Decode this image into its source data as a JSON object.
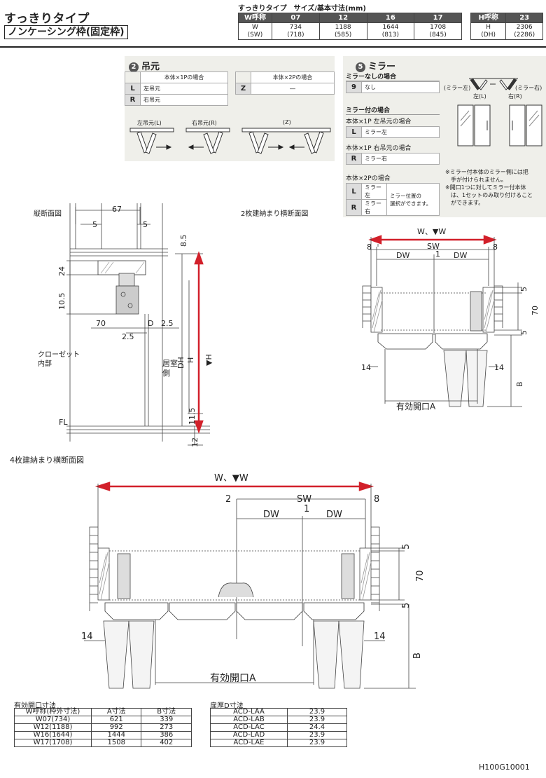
{
  "header": {
    "title": "すっきりタイプ",
    "subtitle": "ノンケーシング枠(固定枠)",
    "spec_caption": "すっきりタイプ　サイズ/基本寸法(mm)",
    "w_table": {
      "head": [
        "W呼称",
        "07",
        "12",
        "16",
        "17"
      ],
      "row_label_1": "W",
      "row_label_2": "(SW)",
      "values": [
        [
          "734",
          "(718)"
        ],
        [
          "1188",
          "(585)"
        ],
        [
          "1644",
          "(813)"
        ],
        [
          "1708",
          "(845)"
        ]
      ]
    },
    "h_table": {
      "head": [
        "H呼称",
        "23"
      ],
      "row_label_1": "H",
      "row_label_2": "(DH)",
      "value_1": "2306",
      "value_2": "(2286)"
    }
  },
  "hanging": {
    "number": "2",
    "title": "吊元",
    "col1_head": "本体×1Pの場合",
    "col2_head": "本体×2Pの場合",
    "opt_L_code": "L",
    "opt_L_label": "左吊元",
    "opt_R_code": "R",
    "opt_R_label": "右吊元",
    "opt_Z_code": "Z",
    "opt_Z_label": "―",
    "diag_left": "左吊元(L)",
    "diag_right": "右吊元(R)",
    "diag_z": "(Z)"
  },
  "mirror": {
    "number": "5",
    "title": "ミラー",
    "none_head": "ミラーなしの場合",
    "none_code": "9",
    "none_label": "なし",
    "with_head": "ミラー付の場合",
    "left_head": "本体×1P 左吊元の場合",
    "left_code": "L",
    "left_label": "ミラー左",
    "right_head": "本体×1P 右吊元の場合",
    "right_code": "R",
    "right_label": "ミラー右",
    "two_head": "本体×2Pの場合",
    "two_L_code": "L",
    "two_L_label": "ミラー左",
    "two_R_code": "R",
    "two_R_label": "ミラー右",
    "two_note_1": "ミラー位置の",
    "two_note_2": "選択ができます。",
    "diag_left": "(ミラー左)",
    "diag_right": "(ミラー右)",
    "diag_sub_left": "左(L)",
    "diag_sub_right": "右(R)",
    "note1a": "※ミラー付本体のミラー側には把",
    "note1b": "手が付けられません。",
    "note2a": "※開口1つに対してミラー付本体",
    "note2b": "は、1セットのみ取り付けること",
    "note2c": "ができます。"
  },
  "vsection": {
    "title": "縦断面図",
    "d67": "67",
    "d5a": "5",
    "d5b": "5",
    "d85": "8.5",
    "d24": "24",
    "d105": "10.5",
    "d70": "70",
    "dD": "D",
    "d25a": "2.5",
    "d25b": "2.5",
    "closet1": "クローゼット",
    "closet2": "内部",
    "room1": "居室",
    "room2": "側",
    "dDH": "DH",
    "dH": "H",
    "dH2": "▼H",
    "d115": "11.5",
    "d12": "12",
    "fl": "FL"
  },
  "hsection2": {
    "title": "2枚建納まり横断面図",
    "dW": "W、▼W",
    "d8a": "8",
    "d8b": "8",
    "dSW": "SW",
    "d1": "1",
    "dDWa": "DW",
    "dDWb": "DW",
    "d5a": "5",
    "d70": "70",
    "d5b": "5",
    "d14a": "14",
    "d14b": "14",
    "dB": "B",
    "opening": "有効開口A"
  },
  "hsection4": {
    "title": "4枚建納まり横断面図",
    "dW": "W、▼W",
    "d2": "2",
    "dSW": "SW",
    "d8": "8",
    "dDWa": "DW",
    "d1": "1",
    "dDWb": "DW",
    "d5a": "5",
    "d70": "70",
    "d5b": "5",
    "d14a": "14",
    "d14b": "14",
    "dB": "B",
    "opening": "有効開口A"
  },
  "opening_table": {
    "caption": "有効開口寸法",
    "head": [
      "W呼称(枠外寸法)",
      "A寸法",
      "B寸法"
    ],
    "rows": [
      [
        "W07(734)",
        "621",
        "339"
      ],
      [
        "W12(1188)",
        "992",
        "273"
      ],
      [
        "W16(1644)",
        "1444",
        "386"
      ],
      [
        "W17(1708)",
        "1508",
        "402"
      ]
    ]
  },
  "thickness_table": {
    "caption": "扉厚D寸法",
    "rows": [
      [
        "ACD-LAA",
        "23.9"
      ],
      [
        "ACD-LAB",
        "23.9"
      ],
      [
        "ACD-LAC",
        "24.4"
      ],
      [
        "ACD-LAD",
        "23.9"
      ],
      [
        "ACD-LAE",
        "23.9"
      ]
    ]
  },
  "footer_code": "H100G10001",
  "colors": {
    "dimension_red": "#d2202a",
    "panel_bg": "#efefea",
    "header_dark": "#555555"
  }
}
